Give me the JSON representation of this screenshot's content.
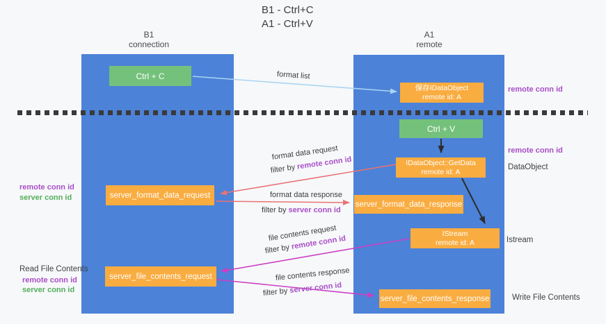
{
  "title": {
    "line1": "B1 - Ctrl+C",
    "line2": "A1 - Ctrl+V"
  },
  "columns": {
    "left": {
      "name": "B1",
      "subtitle": "connection"
    },
    "right": {
      "name": "A1",
      "subtitle": "remote"
    }
  },
  "boxes": {
    "ctrl_c": "Ctrl + C",
    "ctrl_v": "Ctrl + V",
    "save_dataobject": {
      "line1": "保存IDataObject",
      "line2": "remote id: A"
    },
    "getdata": {
      "line1": "IDataObject::GetData",
      "line2": "remote id: A"
    },
    "istream": {
      "line1": "IStream",
      "line2": "remote id: A"
    },
    "server_format_data_request": "server_format_data_request",
    "server_format_data_response": "server_format_data_response",
    "server_file_contents_request": "server_file_contents_request",
    "server_file_contents_response": "server_file_contents_response"
  },
  "flow_labels": {
    "format_list": "format list",
    "format_data_request": "format data request",
    "format_data_response": "format data response",
    "file_contents_request": "file contents request",
    "file_contents_response": "file contents response",
    "filter_by": "filter by ",
    "remote_conn_id": "remote conn id",
    "server_conn_id": "server conn id"
  },
  "side_labels": {
    "remote_conn_id": "remote conn id",
    "server_conn_id": "server conn id",
    "dataobject": "DataObject",
    "istream": "Istream",
    "read_file_contents": "Read File Contents",
    "write_file_contents": "Write File Contents"
  },
  "colors": {
    "background": "#f7f8fa",
    "lane_blue": "#4c82d8",
    "box_green": "#74c17b",
    "box_orange": "#f9ac40",
    "text_purple": "#a84fc6",
    "text_green": "#53ae5c",
    "arrow_lightblue": "#a9d5f2",
    "arrow_red": "#e97373",
    "arrow_magenta": "#cb3fc4",
    "arrow_black": "#2d2d2d",
    "dash_line": "#3a3a3a"
  }
}
